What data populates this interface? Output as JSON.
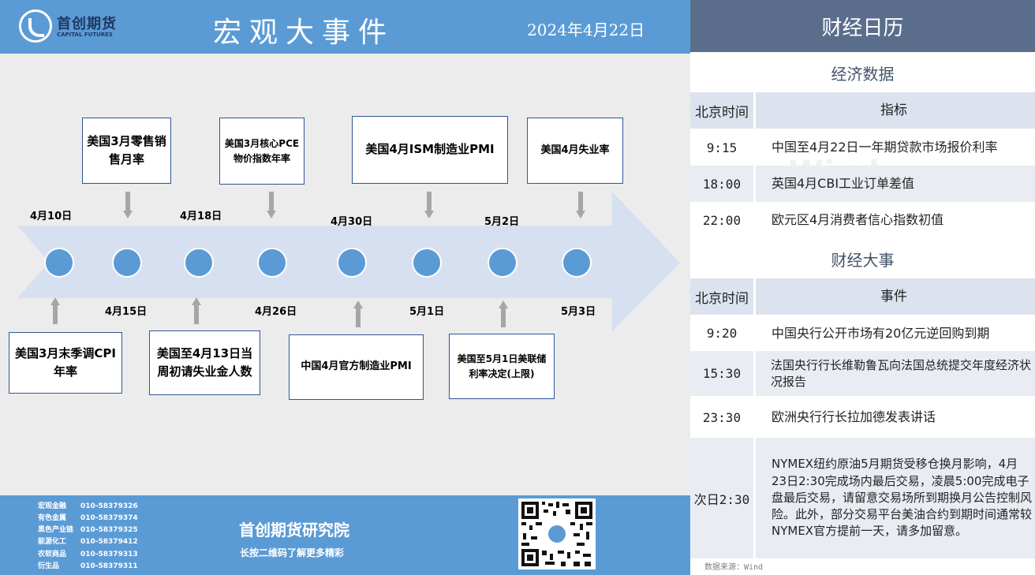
{
  "header": {
    "logo_cn": "首创期货",
    "logo_en": "CAPITAL FUTURES",
    "title": "宏观大事件",
    "date": "2024年4月22日"
  },
  "timeline": {
    "top_events": [
      {
        "label": "美国3月零售销售月率",
        "date": "4月15日"
      },
      {
        "label": "美国3月核心PCE物价指数年率",
        "date": "4月26日"
      },
      {
        "label": "美国4月ISM制造业PMI",
        "date": "5月1日"
      },
      {
        "label": "美国4月失业率",
        "date": "5月3日"
      }
    ],
    "bottom_events": [
      {
        "label": "美国3月末季调CPI年率",
        "date": "4月10日"
      },
      {
        "label": "美国至4月13日当周初请失业金人数",
        "date": "4月18日"
      },
      {
        "label": "中国4月官方制造业PMI",
        "date": "4月30日"
      },
      {
        "label": "美国至5月1日美联储利率决定(上限)",
        "date": "5月2日"
      }
    ],
    "colors": {
      "arrow": "#d6e0f0",
      "node": "#5b9bd5",
      "box_border": "#2f5597",
      "pointer": "#a6a6a6"
    }
  },
  "footer": {
    "contacts": [
      {
        "dept": "宏观金融",
        "phone": "010-58379326"
      },
      {
        "dept": "有色金属",
        "phone": "010-58379374"
      },
      {
        "dept": "黑色产业链",
        "phone": "010-58379325"
      },
      {
        "dept": "能源化工",
        "phone": "010-58379412"
      },
      {
        "dept": "农软商品",
        "phone": "010-58379313"
      },
      {
        "dept": "衍生品",
        "phone": "010-58379311"
      }
    ],
    "institute": "首创期货研究院",
    "slogan": "长按二维码了解更多精彩"
  },
  "calendar": {
    "title": "财经日历",
    "econ_section": "经济数据",
    "econ_headers": {
      "time": "北京时间",
      "item": "指标"
    },
    "econ_rows": [
      {
        "time": "9:15",
        "item": "中国至4月22日一年期贷款市场报价利率"
      },
      {
        "time": "18:00",
        "item": "英国4月CBI工业订单差值"
      },
      {
        "time": "22:00",
        "item": "欧元区4月消费者信心指数初值"
      }
    ],
    "event_section": "财经大事",
    "event_headers": {
      "time": "北京时间",
      "item": "事件"
    },
    "event_rows": [
      {
        "time": "9:20",
        "item": "中国央行公开市场有20亿元逆回购到期"
      },
      {
        "time": "15:30",
        "item": "法国央行行长维勒鲁瓦向法国总统提交年度经济状况报告"
      },
      {
        "time": "23:30",
        "item": "欧洲央行行长拉加德发表讲话"
      },
      {
        "time": "次日2:30",
        "item": "NYMEX纽约原油5月期货受移仓换月影响，4月23日2:30完成场内最后交易，凌晨5:00完成电子盘最后交易，请留意交易场所到期换月公告控制风险。此外，部分交易平台美油合约到期时间通常较NYMEX官方提前一天，请多加留意。"
      }
    ],
    "watermark": "Wind",
    "source": "数据来源：Wind"
  }
}
